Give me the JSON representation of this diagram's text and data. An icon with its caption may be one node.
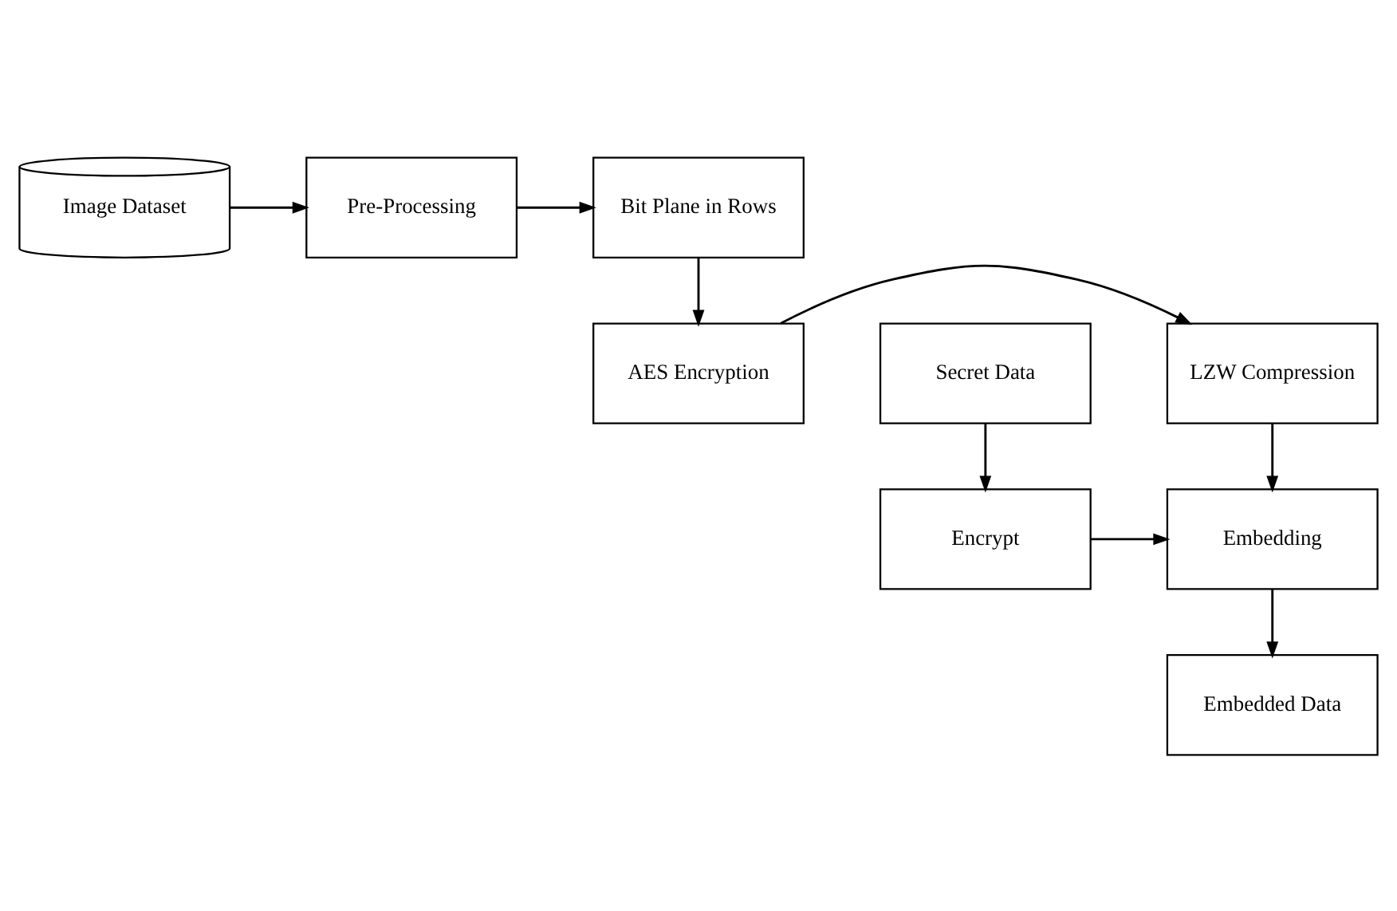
{
  "diagram": {
    "nodes": [
      {
        "text": [
          "Image Dataset"
        ]
      },
      {
        "text": [
          "Pre-Processing"
        ]
      },
      {
        "text": [
          "Bit Plane in Rows"
        ]
      },
      {
        "text": [
          "AES Encryption"
        ]
      },
      {
        "text": [
          "LZW Compression"
        ]
      },
      {
        "text": [
          "Secret Data"
        ]
      },
      {
        "text": [
          "Encrypt"
        ]
      },
      {
        "text": [
          "Embedding"
        ]
      },
      {
        "text": [
          "Embedded Data"
        ]
      }
    ],
    "edges": [
      {
        "from": 0,
        "to": 1,
        "arrow": "to"
      },
      {
        "from": 1,
        "to": 2,
        "arrow": "to"
      },
      {
        "from": 2,
        "to": 3,
        "arrow": "to"
      },
      {
        "from": 3,
        "to": 4,
        "arrow": "to"
      },
      {
        "from": 5,
        "to": 6,
        "arrow": "to"
      },
      {
        "from": 4,
        "to": 7,
        "arrow": "to"
      },
      {
        "from": 6,
        "to": 7,
        "arrow": "to"
      },
      {
        "from": 7,
        "to": 8,
        "arrow": "to"
      }
    ]
  }
}
